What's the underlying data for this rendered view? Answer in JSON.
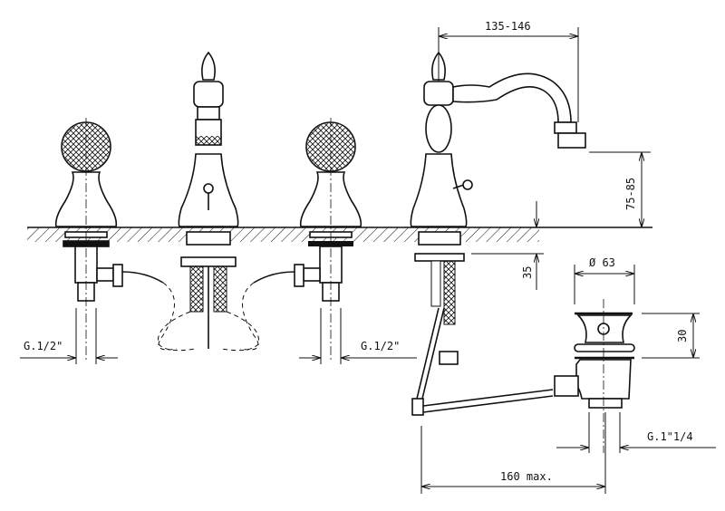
{
  "title": "Bidet mixer 3-hole technical drawing",
  "dimensions": {
    "spout_reach": "135-146",
    "spout_height": "75-85",
    "deck_thickness": "35",
    "waste_diameter": "Ø 63",
    "waste_height": "30",
    "inlet_left": "G.1/2\"",
    "inlet_right": "G.1/2\"",
    "waste_thread": "G.1\"1/4",
    "rod_length": "160 max."
  }
}
